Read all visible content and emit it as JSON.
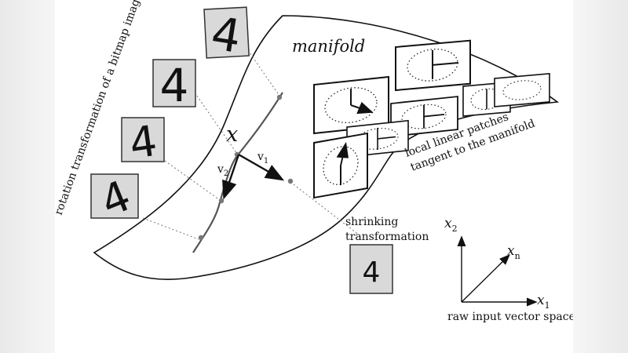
{
  "labels": {
    "manifold": "manifold",
    "rotation": "rotation transformation of a bitmap image",
    "x": "x",
    "v1": "v",
    "v1_sub": "1",
    "v2": "v",
    "v2_sub": "2",
    "patches_line1": "local linear patches",
    "patches_line2": "tangent to the manifold",
    "shrink_line1": "shrinking",
    "shrink_line2": "transformation",
    "axis_x1": "x",
    "axis_x1_sub": "1",
    "axis_x2": "x",
    "axis_x2_sub": "2",
    "axis_xn": "x",
    "axis_xn_sub": "n",
    "raw_space": "raw input vector space"
  },
  "digits": {
    "d1": "4",
    "d2": "4",
    "d3": "4",
    "d4": "4",
    "shrink": "4"
  },
  "colors": {
    "line": "#111111",
    "dot": "#777777",
    "box_fill": "#d9d9d9"
  }
}
